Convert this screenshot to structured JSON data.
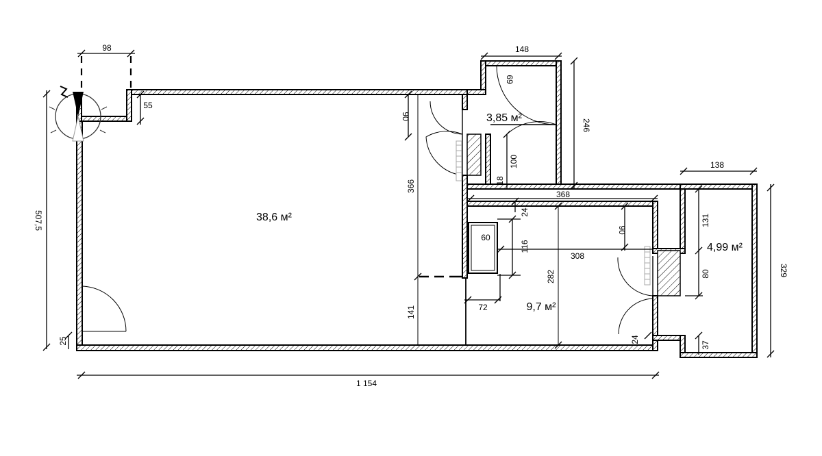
{
  "rooms": [
    {
      "id": "main",
      "area": "38,6 м²"
    },
    {
      "id": "bath",
      "area": "3,85 м²"
    },
    {
      "id": "hall",
      "area": "9,7 м²"
    },
    {
      "id": "storage",
      "area": "4,99 м²"
    }
  ],
  "dimensions": {
    "overall_width": "1 154",
    "overall_height": "507,5",
    "window_width": "98",
    "window_step": "55",
    "bath_width": "148",
    "bath_height": "246",
    "bath_door_offset": "69",
    "bath_door_width": "100",
    "bath_wall": "18",
    "main_top_segment": "90",
    "main_mid_segment": "366",
    "main_bottom_segment": "141",
    "left_bottom_step": "25",
    "hall_width": "368",
    "hall_inner_length": "308",
    "hall_wall": "24",
    "hall_height": "282",
    "niche_width": "60",
    "niche_height": "116",
    "niche_base": "72",
    "hall_segment": "90",
    "hall_bottom_wall": "24",
    "storage_width": "138",
    "storage_height": "329",
    "storage_top_segment": "131",
    "storage_door": "80",
    "storage_bottom_step": "37"
  }
}
